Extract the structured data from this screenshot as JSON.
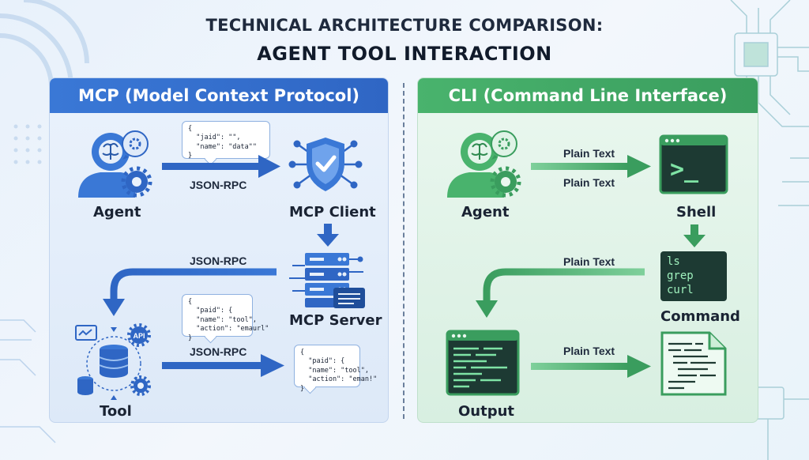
{
  "title": {
    "line1": "TECHNICAL ARCHITECTURE COMPARISON:",
    "line2": "AGENT TOOL INTERACTION"
  },
  "mcp": {
    "header": "MCP (Model Context Protocol)",
    "agent_label": "Agent",
    "client_label": "MCP Client",
    "server_label": "MCP Server",
    "tool_label": "Tool",
    "edge_agent_client": "JSON-RPC",
    "edge_server_tool": "JSON-RPC",
    "edge_tool_out": "JSON-RPC",
    "bubble1": "{\n  \"jaid\": \"\",\n  \"name\": \"data\"\"\n}",
    "bubble2": "{\n  \"paid\": {\n  \"name\": \"tool\",\n  \"action\": \"emaurl\"\n}",
    "bubble3": "{\n  \"paid\": {\n  \"name\": \"tool\",\n  \"action\": \"eman!\"\n}",
    "api_text": "API"
  },
  "cli": {
    "header": "CLI (Command Line Interface)",
    "agent_label": "Agent",
    "shell_label": "Shell",
    "command_label": "Command",
    "output_label": "Output",
    "edge_top_above": "Plain Text",
    "edge_top_below": "Plain Text",
    "edge_command_output": "Plain Text",
    "edge_output_file": "Plain Text",
    "prompt_symbol": ">_",
    "commands": [
      "ls",
      "grep",
      "curl"
    ]
  },
  "colors": {
    "mcp_blue": "#2f66c4",
    "cli_green": "#3a9d5e",
    "dark_navy": "#1a2333"
  }
}
